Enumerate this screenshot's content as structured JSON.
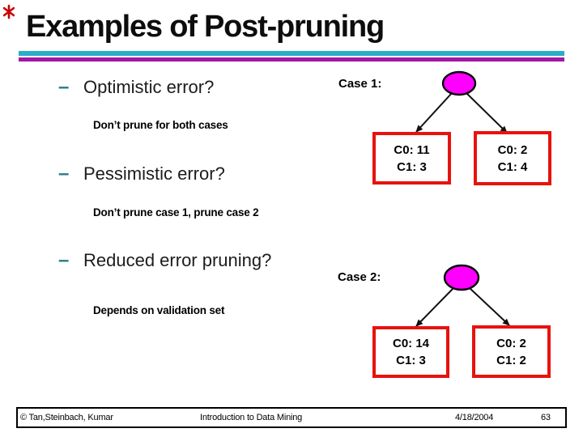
{
  "title": "Examples of Post-pruning",
  "bullets": [
    {
      "marker": "–",
      "label": "Optimistic error?",
      "note": "Don’t prune for both cases"
    },
    {
      "marker": "–",
      "label": "Pessimistic error?",
      "note": "Don’t prune case 1, prune case 2"
    },
    {
      "marker": "–",
      "label": "Reduced error pruning?",
      "note": "Depends on validation set"
    }
  ],
  "cases": [
    {
      "label": "Case 1:",
      "left_node": {
        "line1": "C0: 11",
        "line2": "C1: 3"
      },
      "right_node": {
        "line1": "C0: 2",
        "line2": "C1: 4"
      }
    },
    {
      "label": "Case 2:",
      "left_node": {
        "line1": "C0: 14",
        "line2": "C1: 3"
      },
      "right_node": {
        "line1": "C0: 2",
        "line2": "C1: 2"
      }
    }
  ],
  "footer": {
    "copyright": "© Tan,Steinbach, Kumar",
    "center": "Introduction to Data Mining",
    "date": "4/18/2004",
    "page": "63"
  },
  "colors": {
    "accent_teal": "#29ADC9",
    "accent_purple": "#A117A8",
    "bullet_dash_teal": "#2A7B8C",
    "node_fill_magenta": "#FF00FF",
    "node_box_border_red": "#E8120E",
    "ornament_red": "#CC0000"
  }
}
